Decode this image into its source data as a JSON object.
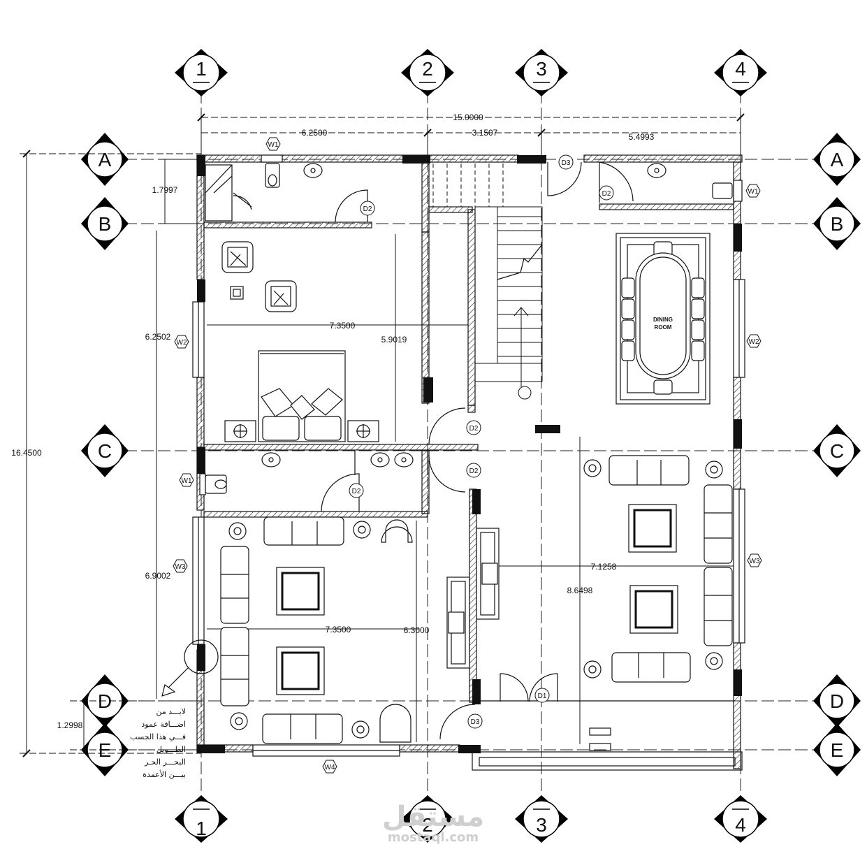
{
  "grid": {
    "columns": [
      "1",
      "2",
      "3",
      "4"
    ],
    "rows": [
      "A",
      "B",
      "C",
      "D",
      "E"
    ]
  },
  "dimensions": {
    "overall_width": "15.0000",
    "span_1_2": "6.2500",
    "span_2_3": "3.1507",
    "span_3_4": "5.4993",
    "overall_height": "16.4500",
    "a_b": "1.7997",
    "b_c": "6.2502",
    "c_d": "6.9002",
    "d_e": "1.2998",
    "bedroom_width": "7.3500",
    "bedroom_depth": "5.9019",
    "living_left_width": "7.3500",
    "living_left_depth": "6.3000",
    "living_right_width": "7.1258",
    "living_right_depth": "8.6498"
  },
  "tags": {
    "d1": "D1",
    "d2": "D2",
    "d3": "D3",
    "w1": "W1",
    "w2": "W2",
    "w3": "W3",
    "w4": "W4"
  },
  "room_labels": {
    "dining_line1": "DINING",
    "dining_line2": "ROOM"
  },
  "note_lines": [
    "لابـــد من",
    "اضـــافة عمود",
    "فـــي هذا الجسب",
    "الطـــويل",
    "البحـــر الحـر",
    "بيـــن الأعمدة"
  ],
  "watermark": {
    "arabic": "مستقل",
    "latin": "mostaql.com"
  }
}
